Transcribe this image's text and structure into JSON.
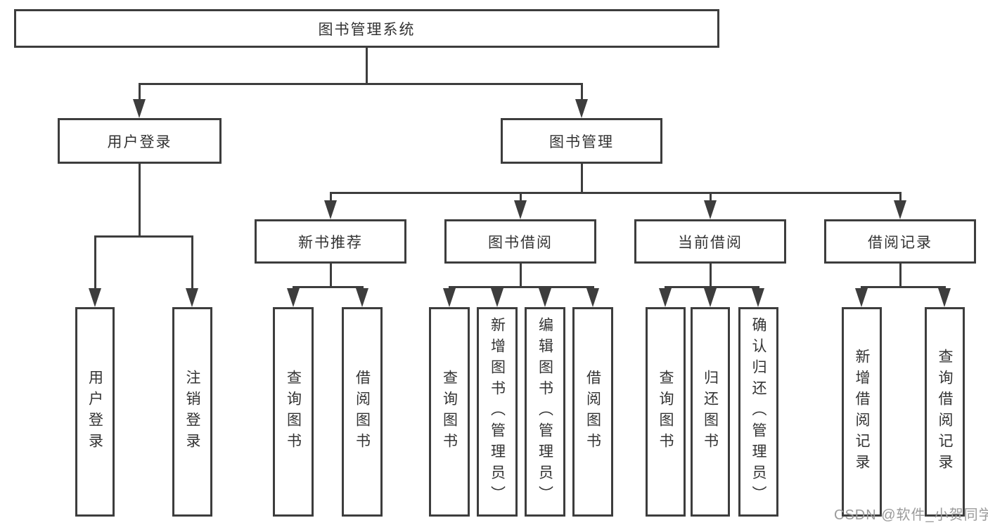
{
  "tree": {
    "root": {
      "label": "图书管理系统"
    },
    "level2": [
      {
        "label": "用户登录",
        "children": [
          {
            "label": "用户登录"
          },
          {
            "label": "注销登录"
          }
        ]
      },
      {
        "label": "图书管理",
        "children": [
          {
            "label": "新书推荐",
            "children": [
              {
                "label": "查询图书"
              },
              {
                "label": "借阅图书"
              }
            ]
          },
          {
            "label": "图书借阅",
            "children": [
              {
                "label": "查询图书"
              },
              {
                "label": "新增图书（管理员）"
              },
              {
                "label": "编辑图书（管理员）"
              },
              {
                "label": "借阅图书"
              }
            ]
          },
          {
            "label": "当前借阅",
            "children": [
              {
                "label": "查询图书"
              },
              {
                "label": "归还图书"
              },
              {
                "label": "确认归还（管理员）"
              }
            ]
          },
          {
            "label": "借阅记录",
            "children": [
              {
                "label": "新增借阅记录"
              },
              {
                "label": "查询借阅记录"
              }
            ]
          }
        ]
      }
    ]
  },
  "watermark": {
    "text": "CSDN @软件_小贺同学"
  },
  "colors": {
    "line": "#3d3d3d",
    "text": "#333333",
    "watermark": "#9b9b9b",
    "background": "#ffffff"
  }
}
